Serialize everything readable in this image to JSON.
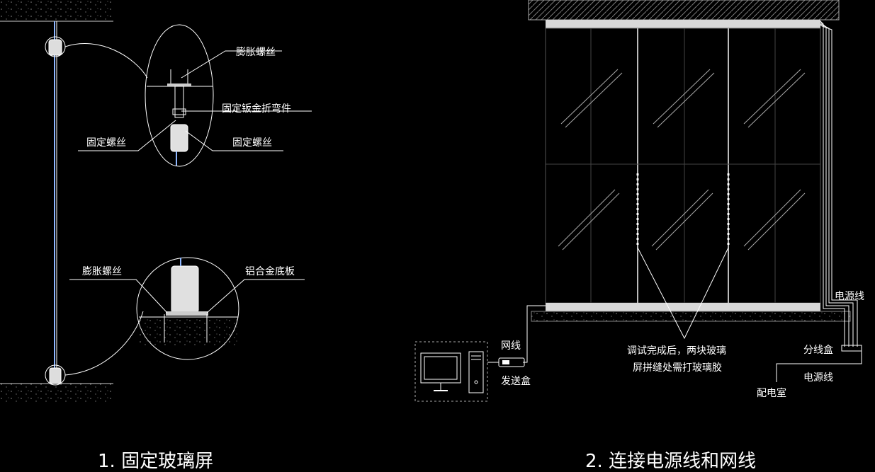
{
  "left": {
    "caption": "1. 固定玻璃屏",
    "labels": {
      "expansion_screw_top": "膨胀螺丝",
      "sheet_metal_bracket": "固定钣金折弯件",
      "fix_screw_left": "固定螺丝",
      "fix_screw_right": "固定螺丝",
      "expansion_screw_bottom": "膨胀螺丝",
      "aluminum_base_plate": "铝合金底板"
    }
  },
  "right": {
    "caption": "2. 连接电源线和网线",
    "labels": {
      "power_cable_top": "电源线",
      "junction_box": "分线盒",
      "power_cable_bottom": "电源线",
      "distribution_room": "配电室",
      "network_cable": "网线",
      "sender_box": "发送盒",
      "note_line1": "调试完成后，两块玻璃",
      "note_line2": "屏拼缝处需打玻璃胶"
    }
  },
  "colors": {
    "background": "#000000",
    "line": "#ffffff",
    "panel_fill": "#d9d9d9"
  }
}
